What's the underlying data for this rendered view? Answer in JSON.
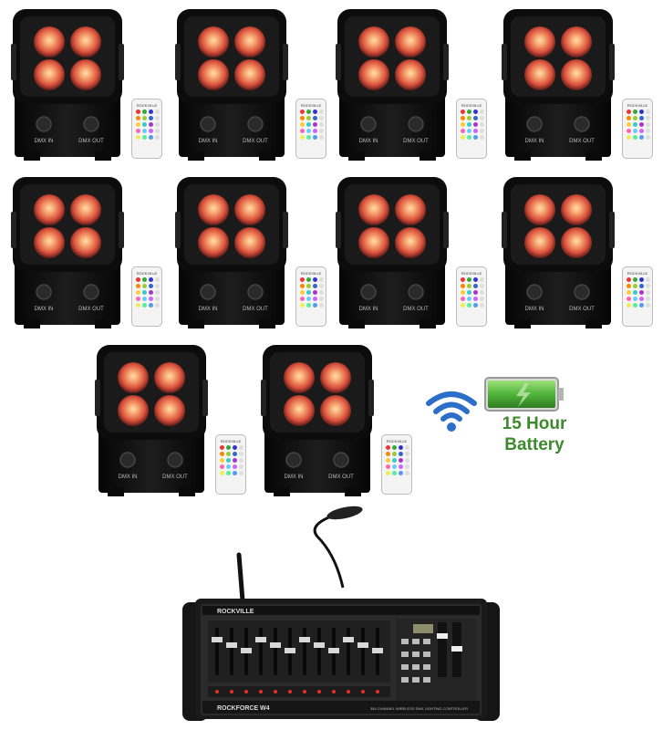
{
  "fixture": {
    "dmx_in_label": "DMX IN",
    "dmx_out_label": "DMX OUT",
    "remote_label": "ROCKVILLE",
    "count": 10
  },
  "battery": {
    "line1": "15 Hour",
    "line2": "Battery"
  },
  "controller": {
    "brand": "ROCKVILLE",
    "model": "ROCKFORCE W4",
    "description": "384 CHANNEL WIRELESS DMX LIGHTING CONTROLLER"
  },
  "icons": [
    "wifi-icon",
    "battery-charging-icon"
  ],
  "colors": {
    "fixture_body": "#111111",
    "lens_glow": "#e8704a",
    "battery_green": "#3d8a2e"
  }
}
